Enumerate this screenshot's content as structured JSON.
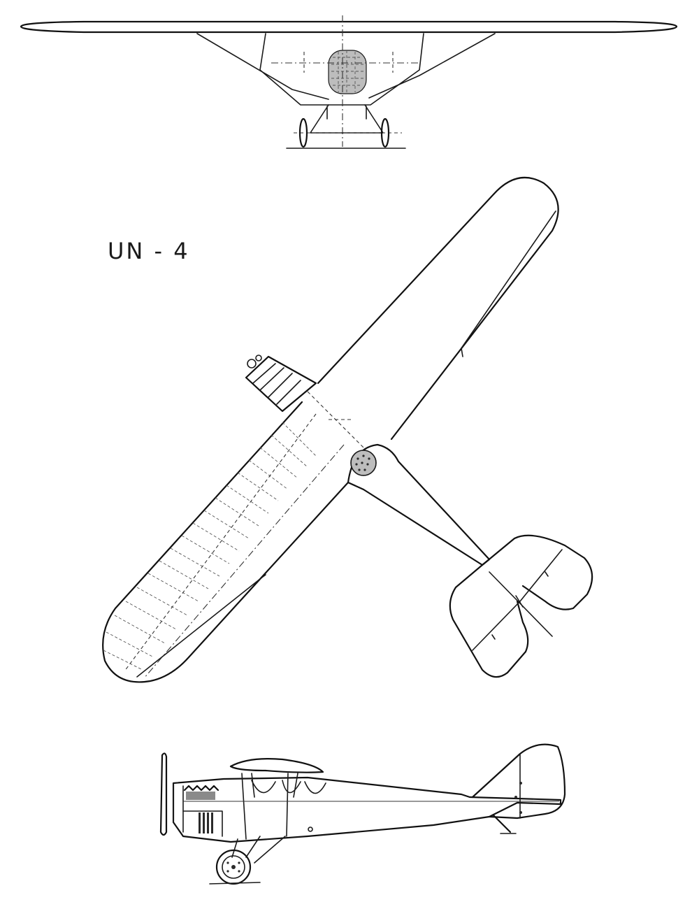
{
  "drawing": {
    "designation": "UN - 4",
    "views": [
      "front-view",
      "top-view",
      "side-view"
    ],
    "colors": {
      "ink": "#1a1a1a",
      "background": "#ffffff"
    }
  }
}
